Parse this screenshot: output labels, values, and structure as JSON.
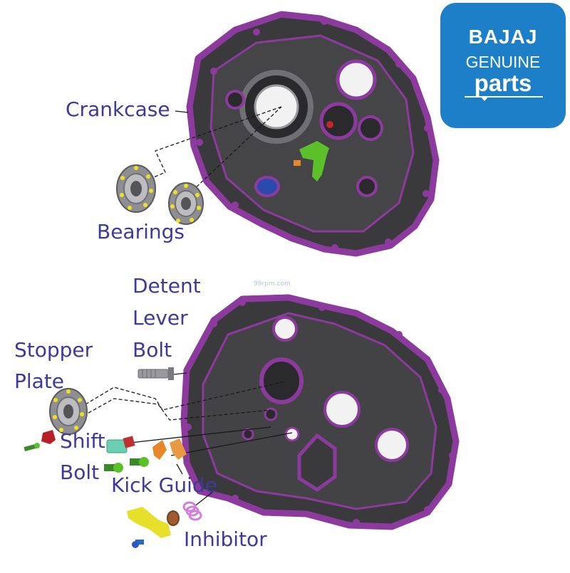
{
  "brand": {
    "line1": "BAJAJ",
    "line2": "GENUINE",
    "line3": "parts",
    "bg_color": "#1e7fc9",
    "text_color": "#ffffff"
  },
  "watermark": "99rpm.com",
  "labels": {
    "crankcase": "Crankcase",
    "bearings": "Bearings",
    "detent_lever_bolt": [
      "Detent",
      "Lever",
      "Bolt"
    ],
    "stopper_plate": [
      "Stopper",
      "Plate"
    ],
    "shift_bolt": [
      "Shift",
      "Bolt"
    ],
    "kick_guide": "Kick Guide",
    "inhibitor": "Inhibitor"
  },
  "colors": {
    "label": "#3d3a9a",
    "case_body": "#3b3b3e",
    "case_edge": "#8d3a9e",
    "bearing": "#9a9a9a",
    "bearing_balls": "#f0e020",
    "green_part": "#5cc02a",
    "red_part": "#c0262a",
    "orange_part": "#e8862a",
    "yellow_part": "#e6e02a",
    "blue_part": "#2a5ac8"
  }
}
